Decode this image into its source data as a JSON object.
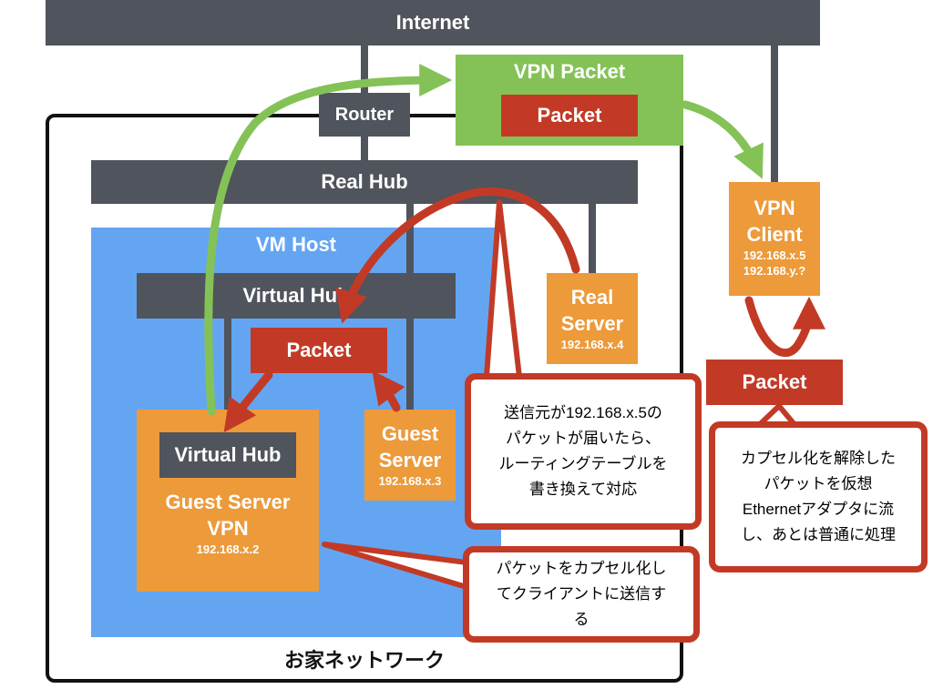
{
  "internet": {
    "label": "Internet"
  },
  "router": {
    "label": "Router"
  },
  "real_hub": {
    "label": "Real Hub"
  },
  "vm_host": {
    "label": "VM Host"
  },
  "host_virtual_hub": {
    "label": "Virtual Hub"
  },
  "home_network": {
    "label": "お家ネットワーク"
  },
  "vpn_packet": {
    "label": "VPN Packet",
    "inner_label": "Packet"
  },
  "vpn_client": {
    "line1": "VPN",
    "line2": "Client",
    "ip1": "192.168.x.5",
    "ip2": "192.168.y.?"
  },
  "real_server": {
    "line1": "Real",
    "line2": "Server",
    "ip": "192.168.x.4"
  },
  "guest_server": {
    "line1": "Guest",
    "line2": "Server",
    "ip": "192.168.x.3"
  },
  "guest_server_vpn": {
    "hub_label": "Virtual Hub",
    "line1": "Guest Server",
    "line2": "VPN",
    "ip": "192.168.x.2"
  },
  "packet_vm": {
    "label": "Packet"
  },
  "packet_client": {
    "label": "Packet"
  },
  "callouts": {
    "routing": [
      "送信元が192.168.x.5の",
      "パケットが届いたら、",
      "ルーティングテーブルを",
      "書き換えて対応"
    ],
    "decapsulate": [
      "カプセル化を解除した",
      "パケットを仮想",
      "Ethernetアダプタに流",
      "し、あとは普通に処理"
    ],
    "encapsulate": [
      "パケットをカプセル化し",
      "てクライアントに送信す",
      "る"
    ]
  },
  "colors": {
    "hub_gray": "#50545c",
    "vm_blue": "#64a5f2",
    "server_orange": "#ec9a3a",
    "packet_red": "#c23a26",
    "vpn_green": "#84c257"
  }
}
